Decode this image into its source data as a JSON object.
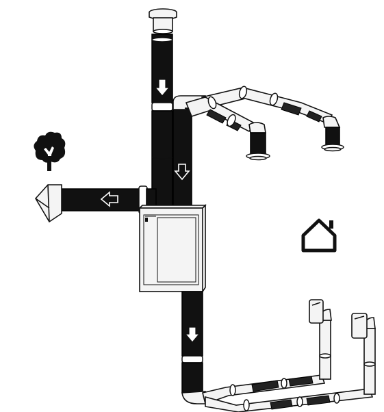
{
  "diagram": {
    "kind": "ventilation-ducting-schematic",
    "icons": {
      "outdoor": "tree-icon",
      "indoor": "house-icon",
      "airflow": "flow-arrow-icon"
    },
    "colors": {
      "insulated_duct": "#111111",
      "rigid_duct": "#f4f4f4",
      "outline": "#111111",
      "background": "#ffffff"
    },
    "airflow_directions": [
      "down",
      "down",
      "left",
      "down"
    ]
  }
}
